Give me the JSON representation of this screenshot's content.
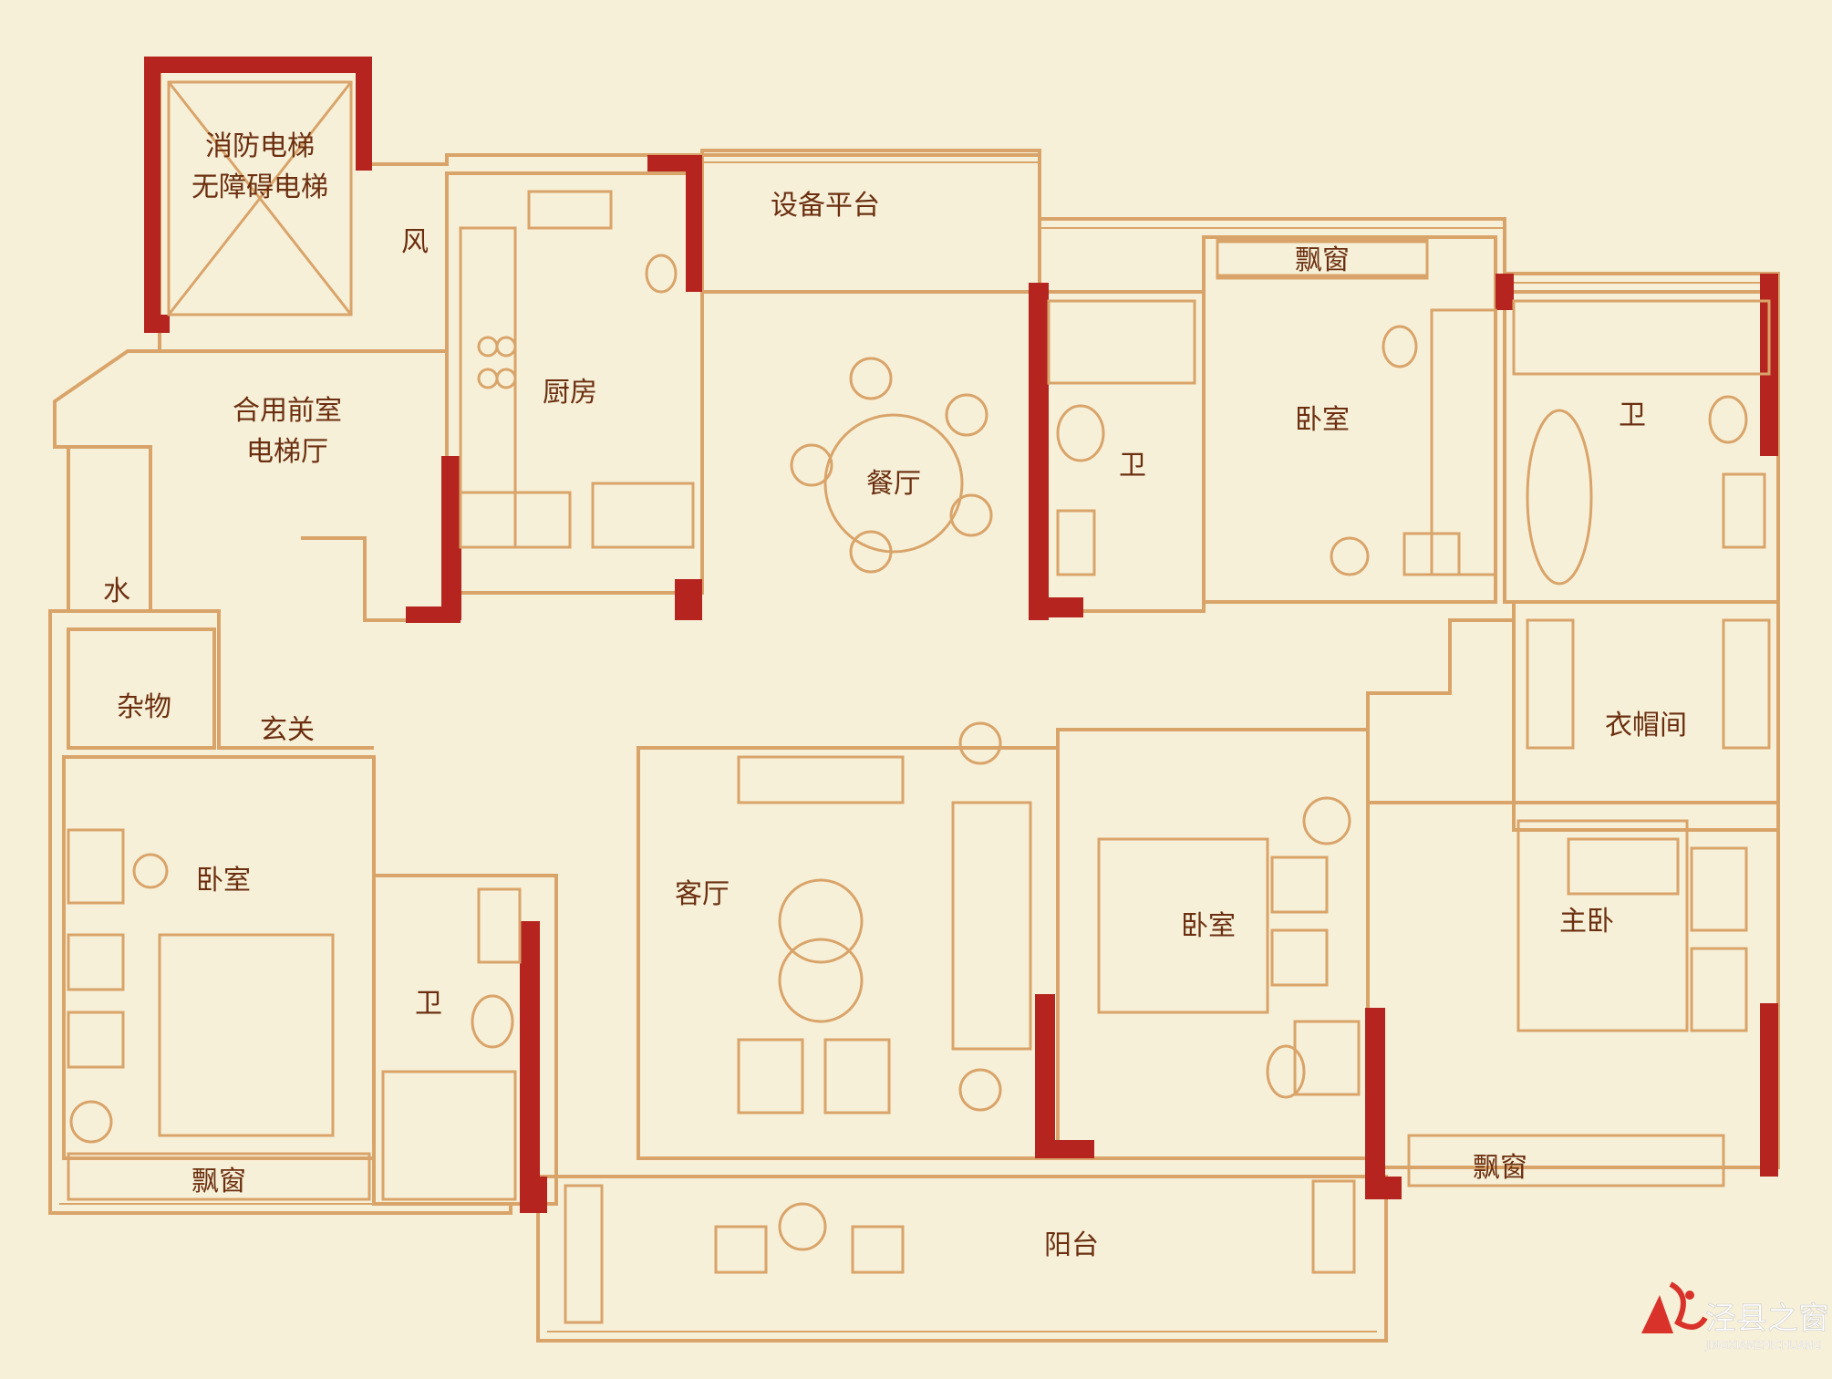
{
  "colors": {
    "background": "#f7f0d8",
    "wall_line": "#d9a46a",
    "structural_wall": "#b5241e",
    "furniture_line": "#d9a46a",
    "label_text": "#6b2f10",
    "logo_red": "#d8322a"
  },
  "rooms": {
    "fire_elevator": "消防电梯",
    "accessible_elevator": "无障碍电梯",
    "wind_shaft": "风",
    "kitchen": "厨房",
    "equipment_platform": "设备平台",
    "shared_lobby": "合用前室",
    "elevator_hall": "电梯厅",
    "dining": "餐厅",
    "bath_center": "卫",
    "bay_window_top": "飘窗",
    "bedroom_top": "卧室",
    "bath_right": "卫",
    "water": "水",
    "storage": "杂物",
    "entrance": "玄关",
    "cloakroom": "衣帽间",
    "bedroom_left": "卧室",
    "living": "客厅",
    "bedroom_middle": "卧室",
    "master_bedroom": "主卧",
    "bath_left": "卫",
    "bay_window_left": "飘窗",
    "bay_window_right": "飘窗",
    "balcony": "阳台"
  },
  "watermark": {
    "name": "泾县之窗",
    "pinyin": "JINGXIANZHICHUANG",
    "icon": "stylized-window-logo"
  }
}
